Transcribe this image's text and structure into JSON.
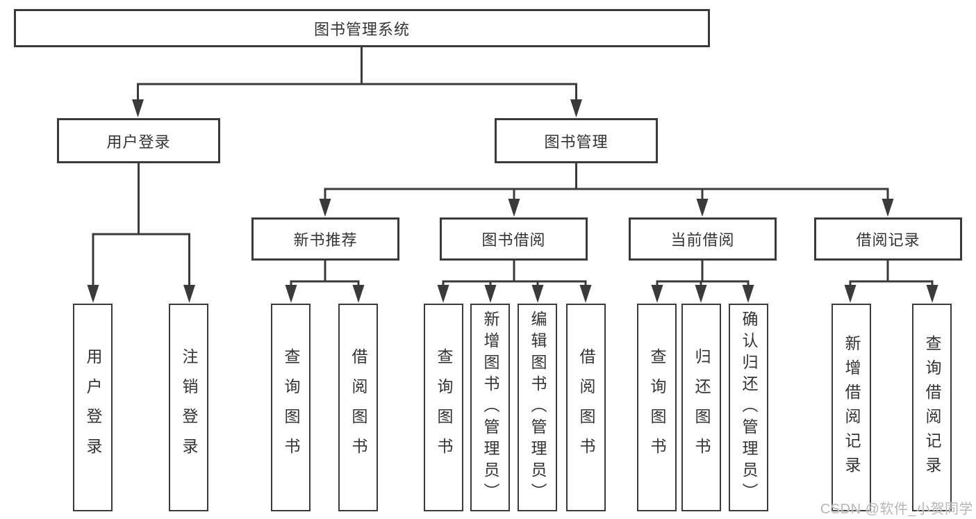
{
  "title": "图书管理系统",
  "level2": {
    "user_login": "用户登录",
    "book_management": "图书管理"
  },
  "level3": {
    "new_book_recommend": "新书推荐",
    "book_borrowing": "图书借阅",
    "current_borrowing": "当前借阅",
    "borrowing_records": "借阅记录"
  },
  "leaves": {
    "user_login": "用户登录",
    "logout_login": "注销登录",
    "recommend_query_books": "查询图书",
    "recommend_borrow_books": "借阅图书",
    "borrowing_query_books": "查询图书",
    "borrowing_add_books_admin": "新增图书（管理员）",
    "borrowing_edit_books_admin": "编辑图书（管理员）",
    "borrowing_borrow_books": "借阅图书",
    "current_query_books": "查询图书",
    "current_return_books": "归还图书",
    "current_confirm_return_admin": "确认归还（管理员）",
    "records_add_record": "新增借阅记录",
    "records_query_record": "查询借阅记录"
  },
  "watermark": "CSDN @软件_小贺同学",
  "colors": {
    "line": "#3a3a3a",
    "text": "#333333",
    "watermark": "#b6b6b6"
  }
}
